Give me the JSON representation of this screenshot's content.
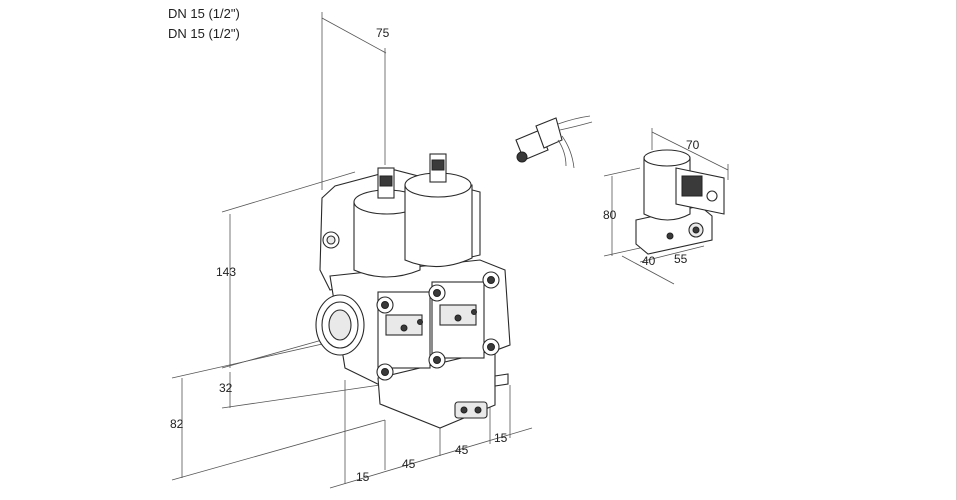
{
  "header": {
    "line1": "DN 15 (1/2\")",
    "line2": "DN 15 (1/2\")"
  },
  "dimensions": {
    "top_width": "75",
    "height_total": "143",
    "port_offset": "32",
    "base_height": "82",
    "bottom_left": "15",
    "bottom_mid1": "45",
    "bottom_mid2": "45",
    "bottom_right": "15",
    "actuator_width": "70",
    "actuator_height": "80",
    "actuator_base_left": "40",
    "actuator_base_right": "55"
  }
}
